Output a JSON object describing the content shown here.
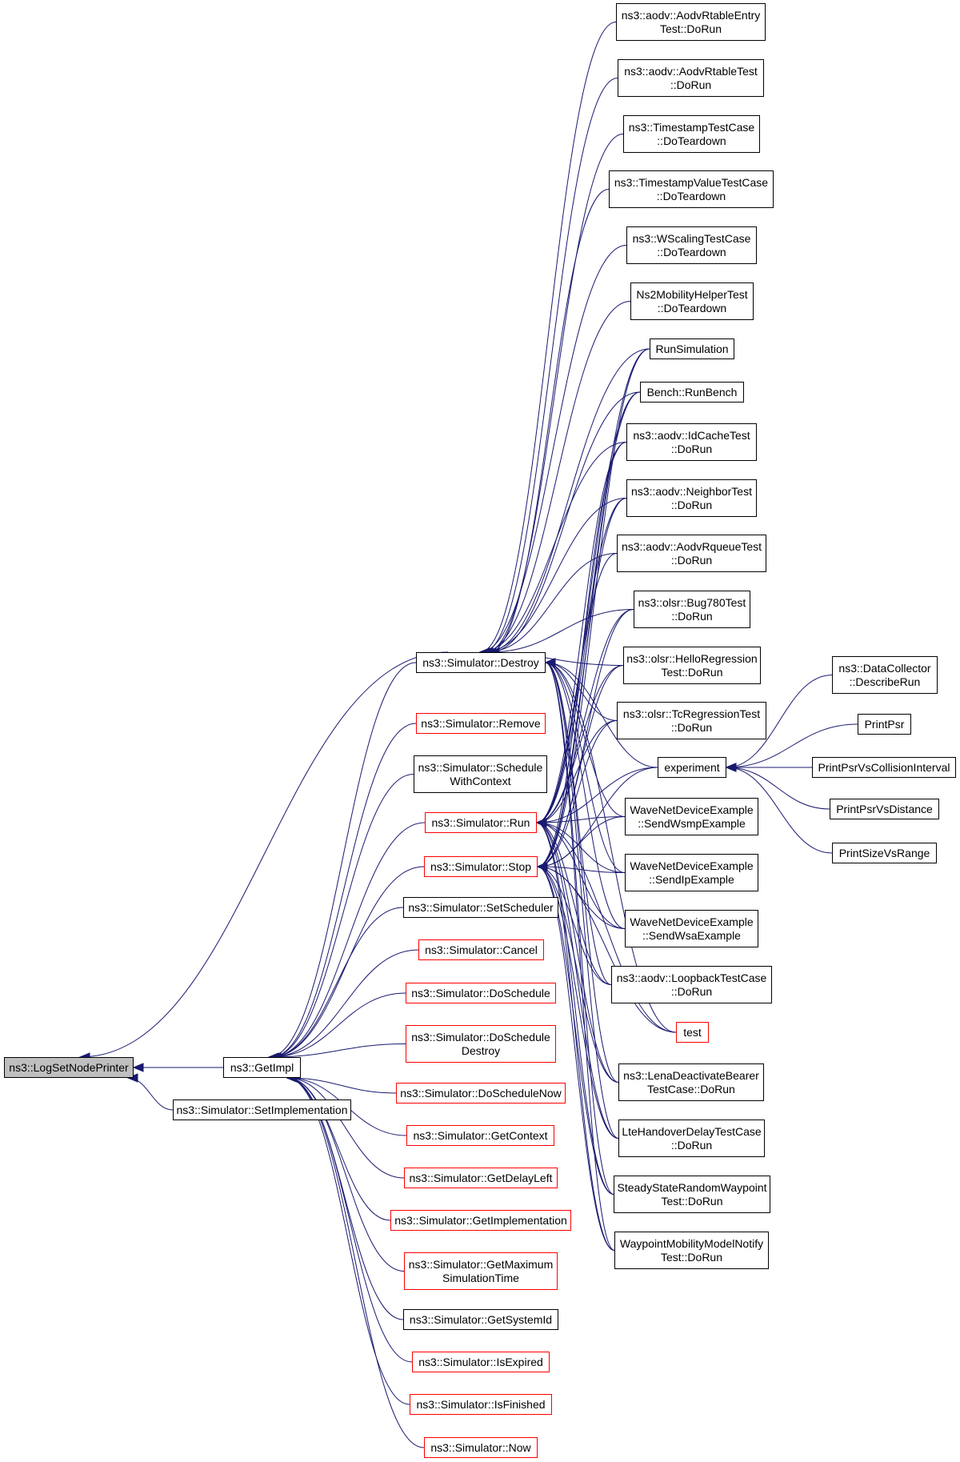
{
  "colors": {
    "edge": "#191970",
    "border": "#000000",
    "red_border": "#ff0000",
    "root_fill": "#bfbfbf"
  },
  "nodes": {
    "LogSetNodePrinter": "ns3::LogSetNodePrinter",
    "GetImpl": "ns3::GetImpl",
    "SetImplementation": "ns3::Simulator::SetImplementation",
    "Destroy": "ns3::Simulator::Destroy",
    "Remove": "ns3::Simulator::Remove",
    "ScheduleWithContext": "ns3::Simulator::Schedule\nWithContext",
    "Run": "ns3::Simulator::Run",
    "Stop": "ns3::Simulator::Stop",
    "SetScheduler": "ns3::Simulator::SetScheduler",
    "Cancel": "ns3::Simulator::Cancel",
    "DoSchedule": "ns3::Simulator::DoSchedule",
    "DoScheduleDestroy": "ns3::Simulator::DoSchedule\nDestroy",
    "DoScheduleNow": "ns3::Simulator::DoScheduleNow",
    "GetContext": "ns3::Simulator::GetContext",
    "GetDelayLeft": "ns3::Simulator::GetDelayLeft",
    "GetImplementation": "ns3::Simulator::GetImplementation",
    "GetMaximumSimulationTime": "ns3::Simulator::GetMaximum\nSimulationTime",
    "GetSystemId": "ns3::Simulator::GetSystemId",
    "IsExpired": "ns3::Simulator::IsExpired",
    "IsFinished": "ns3::Simulator::IsFinished",
    "Now": "ns3::Simulator::Now",
    "AodvRtableEntryTest": "ns3::aodv::AodvRtableEntry\nTest::DoRun",
    "AodvRtableTest": "ns3::aodv::AodvRtableTest\n::DoRun",
    "TimestampTestCase": "ns3::TimestampTestCase\n::DoTeardown",
    "TimestampValueTestCase": "ns3::TimestampValueTestCase\n::DoTeardown",
    "WScalingTestCase": "ns3::WScalingTestCase\n::DoTeardown",
    "Ns2MobilityHelperTest": "Ns2MobilityHelperTest\n::DoTeardown",
    "RunSimulation": "RunSimulation",
    "BenchRunBench": "Bench::RunBench",
    "IdCacheTest": "ns3::aodv::IdCacheTest\n::DoRun",
    "NeighborTest": "ns3::aodv::NeighborTest\n::DoRun",
    "AodvRqueueTest": "ns3::aodv::AodvRqueueTest\n::DoRun",
    "Bug780Test": "ns3::olsr::Bug780Test\n::DoRun",
    "HelloRegression": "ns3::olsr::HelloRegression\nTest::DoRun",
    "TcRegressionTest": "ns3::olsr::TcRegressionTest\n::DoRun",
    "experiment": "experiment",
    "SendWsmpExample": "WaveNetDeviceExample\n::SendWsmpExample",
    "SendIpExample": "WaveNetDeviceExample\n::SendIpExample",
    "SendWsaExample": "WaveNetDeviceExample\n::SendWsaExample",
    "LoopbackTestCase": "ns3::aodv::LoopbackTestCase\n::DoRun",
    "test": "test",
    "LenaDeactivateBearer": "ns3::LenaDeactivateBearer\nTestCase::DoRun",
    "LteHandoverDelay": "LteHandoverDelayTestCase\n::DoRun",
    "SteadyStateRandomWaypoint": "SteadyStateRandomWaypoint\nTest::DoRun",
    "WaypointMobilityModelNotify": "WaypointMobilityModelNotify\nTest::DoRun",
    "DataCollector": "ns3::DataCollector\n::DescribeRun",
    "PrintPsr": "PrintPsr",
    "PrintPsrVsCollisionInterval": "PrintPsrVsCollisionInterval",
    "PrintPsrVsDistance": "PrintPsrVsDistance",
    "PrintSizeVsRange": "PrintSizeVsRange"
  }
}
